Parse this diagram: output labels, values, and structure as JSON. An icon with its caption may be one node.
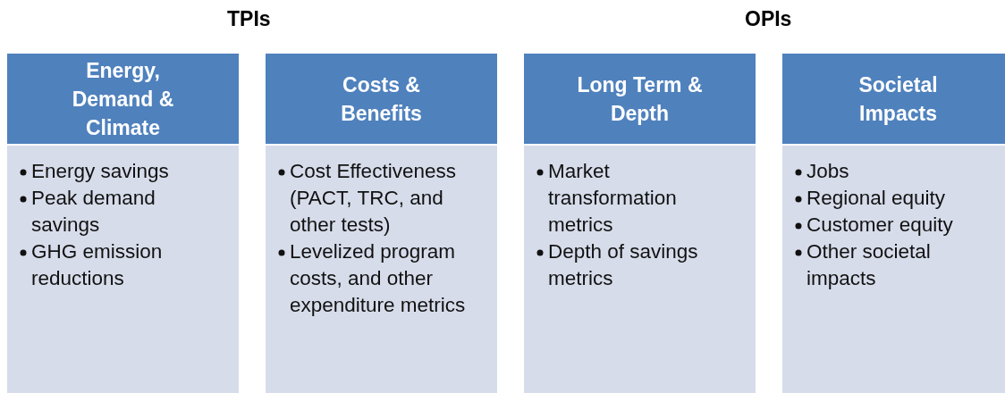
{
  "diagram": {
    "nodes": [
      {
        "text": [
          "Energy, Demand & Climate",
          "Energy savings",
          "Peak demand savings",
          "GHG emission reductions"
        ]
      },
      {
        "text": [
          "Costs & Benefits",
          "Cost Effectiveness (PACT, TRC, and other tests)",
          "Levelized program costs, and other expenditure metrics"
        ]
      },
      {
        "text": [
          "Long Term & Depth",
          "Market transformation metrics",
          "Depth of savings metrics"
        ]
      },
      {
        "text": [
          "Societal Impacts",
          "Jobs",
          "Regional equity",
          "Customer equity",
          "Other societal impacts"
        ]
      }
    ],
    "edges": [],
    "labels": [
      "TPIs",
      "OPIs"
    ]
  }
}
